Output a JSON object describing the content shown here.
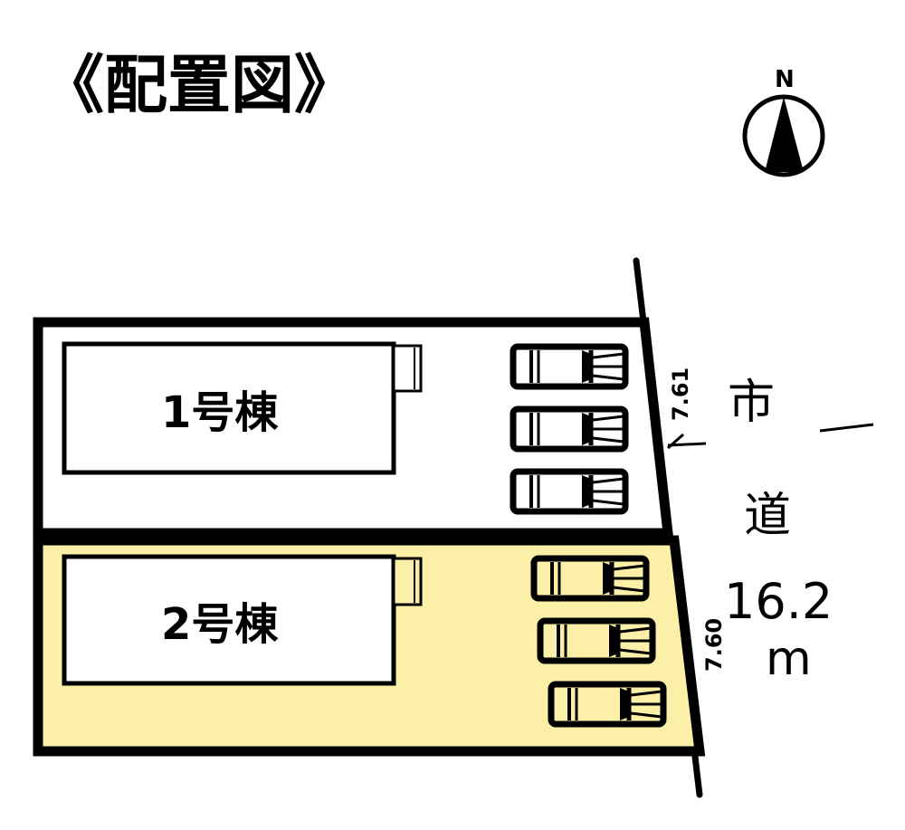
{
  "title": "《配置図》",
  "compass": {
    "label": "N",
    "icon": "north-arrow-icon"
  },
  "lots": [
    {
      "id": 1,
      "building_label": "1号棟",
      "fill": "#ffffff",
      "frontage": "7.61",
      "parking_spaces": 3
    },
    {
      "id": 2,
      "building_label": "2号棟",
      "fill": "#fcf0a8",
      "frontage": "7.60",
      "parking_spaces": 3
    }
  ],
  "road": {
    "name_char_1": "市",
    "name_char_2": "道",
    "width_value": "16.2",
    "width_unit": "m"
  },
  "colors": {
    "line": "#000000",
    "lot2_fill": "#fcf0a8",
    "background": "#ffffff"
  }
}
